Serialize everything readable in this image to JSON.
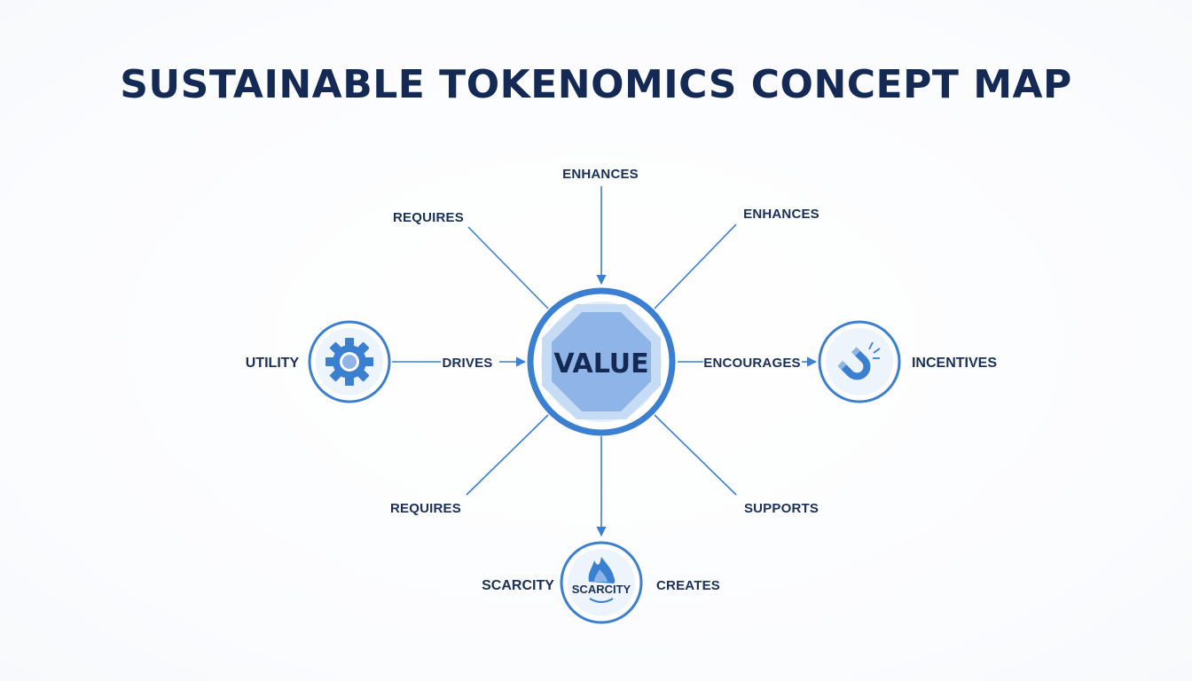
{
  "title": "SUSTAINABLE TOKENOMICS CONCEPT MAP",
  "colors": {
    "primary": "#3b7fd0",
    "light": "#a9c6ec",
    "lightest": "#dbe8f8",
    "text": "#1b2f57"
  },
  "center": {
    "label": "VALUE"
  },
  "nodes": {
    "utility": {
      "label": "UTILITY",
      "icon": "gear-icon"
    },
    "incentives": {
      "label": "INCENTIVES",
      "icon": "magnet-icon"
    },
    "scarcity": {
      "label": "SCARCITY",
      "icon": "flame-icon",
      "icon_text": "SCARCITY"
    }
  },
  "edges": {
    "top": "ENHANCES",
    "top_left": "REQUIRES",
    "top_right": "ENHANCES",
    "left": "DRIVES",
    "right": "ENCOURAGES",
    "bottom_left": "REQUIRES",
    "bottom_right": "SUPPORTS",
    "bottom": "CREATES"
  }
}
